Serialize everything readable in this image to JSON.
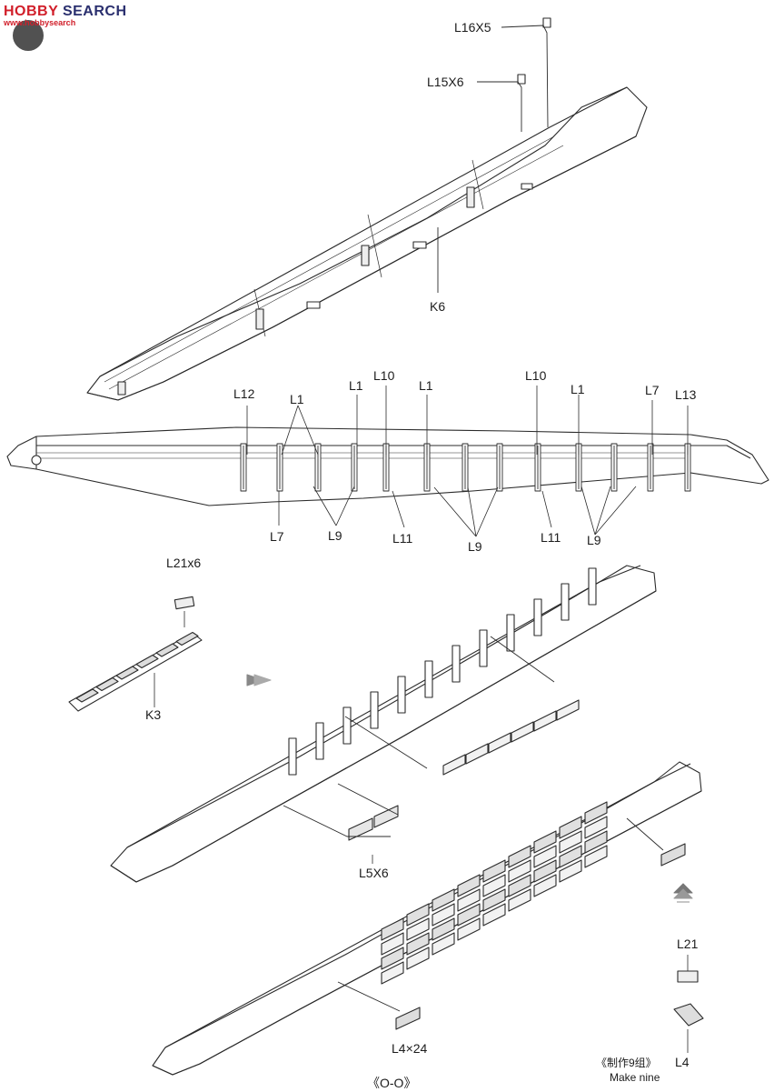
{
  "watermark": {
    "brand_prefix": "HOBBY",
    "brand_word": "SEARCH",
    "site": "www.hobbysearch"
  },
  "labels": {
    "L16X5": "L16X5",
    "L15X6": "L15X6",
    "K6": "K6",
    "L12": "L12",
    "L1_a": "L1",
    "L1_b": "L1",
    "L10_a": "L10",
    "L1_c": "L1",
    "L10_b": "L10",
    "L1_d": "L1",
    "L7_top": "L7",
    "L13": "L13",
    "L7_bottom": "L7",
    "L9_a": "L9",
    "L11_a": "L11",
    "L9_b": "L9",
    "L11_b": "L11",
    "L9_c": "L9",
    "L21x6": "L21x6",
    "K3": "K3",
    "L5X6": "L5X6",
    "L21": "L21",
    "L4X24": "L4×24",
    "L4": "L4"
  },
  "footer": {
    "view_label": "《O-O》",
    "make_cn": "《制作9组》",
    "make_en": "Make nine"
  },
  "colors": {
    "line": "#2b2b2b",
    "fill": "#ffffff",
    "box": "#e9e9e9",
    "dark": "#555555"
  }
}
